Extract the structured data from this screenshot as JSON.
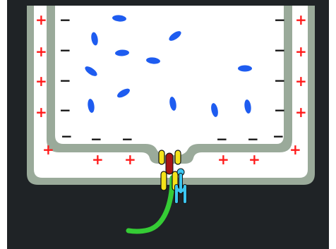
{
  "colors": {
    "background": "#1f2326",
    "membrane": "#9aaa9a",
    "inside": "#ffffff",
    "positive_charge": "#ff1a1a",
    "negative_charge": "#111111",
    "ion_particles": "#1e5cf0",
    "channel_yellow": "#f4e21a",
    "channel_gate": "#a81414",
    "receptor_cyan": "#3cc6f0",
    "nerve_fiber": "#35cc35"
  },
  "symbols": {
    "positive": "+",
    "negative": "−"
  },
  "icons": [
    "membrane-outline",
    "ion-particle",
    "ion-channel",
    "channel-gate",
    "receptor-fork",
    "nerve-fiber"
  ]
}
